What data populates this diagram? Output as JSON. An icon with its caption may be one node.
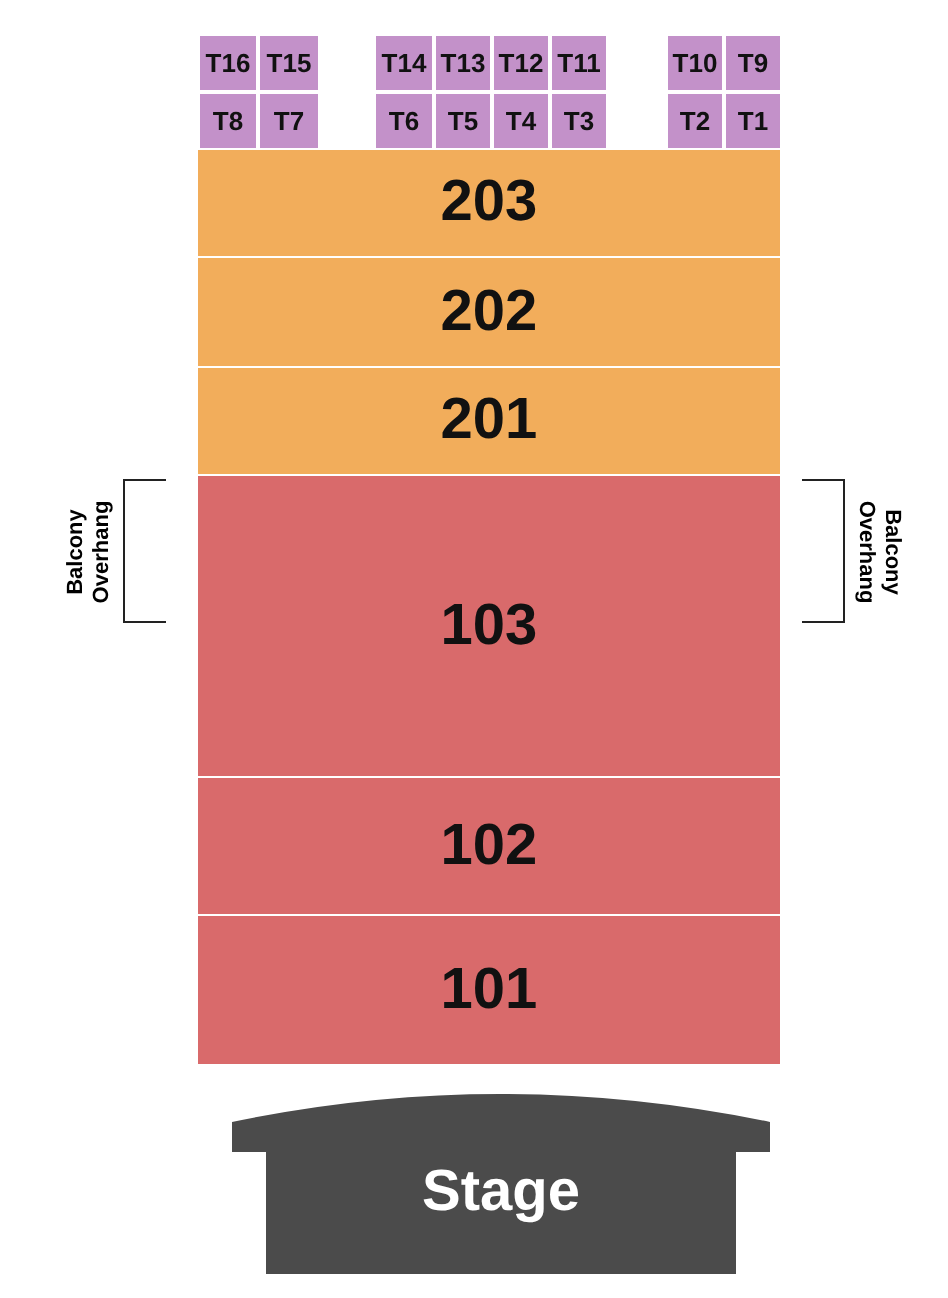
{
  "diagram": {
    "nodes": [
      {
        "text": [
          "T16"
        ]
      },
      {
        "text": [
          "T15"
        ]
      },
      {
        "text": [
          "T14"
        ]
      },
      {
        "text": [
          "T13"
        ]
      },
      {
        "text": [
          "T12"
        ]
      },
      {
        "text": [
          "T11"
        ]
      },
      {
        "text": [
          "T10"
        ]
      },
      {
        "text": [
          "T9"
        ]
      },
      {
        "text": [
          "T8"
        ]
      },
      {
        "text": [
          "T7"
        ]
      },
      {
        "text": [
          "T6"
        ]
      },
      {
        "text": [
          "T5"
        ]
      },
      {
        "text": [
          "T4"
        ]
      },
      {
        "text": [
          "T3"
        ]
      },
      {
        "text": [
          "T2"
        ]
      },
      {
        "text": [
          "T1"
        ]
      },
      {
        "text": [
          "203"
        ]
      },
      {
        "text": [
          "202"
        ]
      },
      {
        "text": [
          "201"
        ]
      },
      {
        "text": [
          "103"
        ]
      },
      {
        "text": [
          "102"
        ]
      },
      {
        "text": [
          "101"
        ]
      },
      {
        "text": [
          "Stage"
        ]
      }
    ],
    "labels": [
      "Balcony Overhang",
      "Balcony Overhang"
    ]
  }
}
